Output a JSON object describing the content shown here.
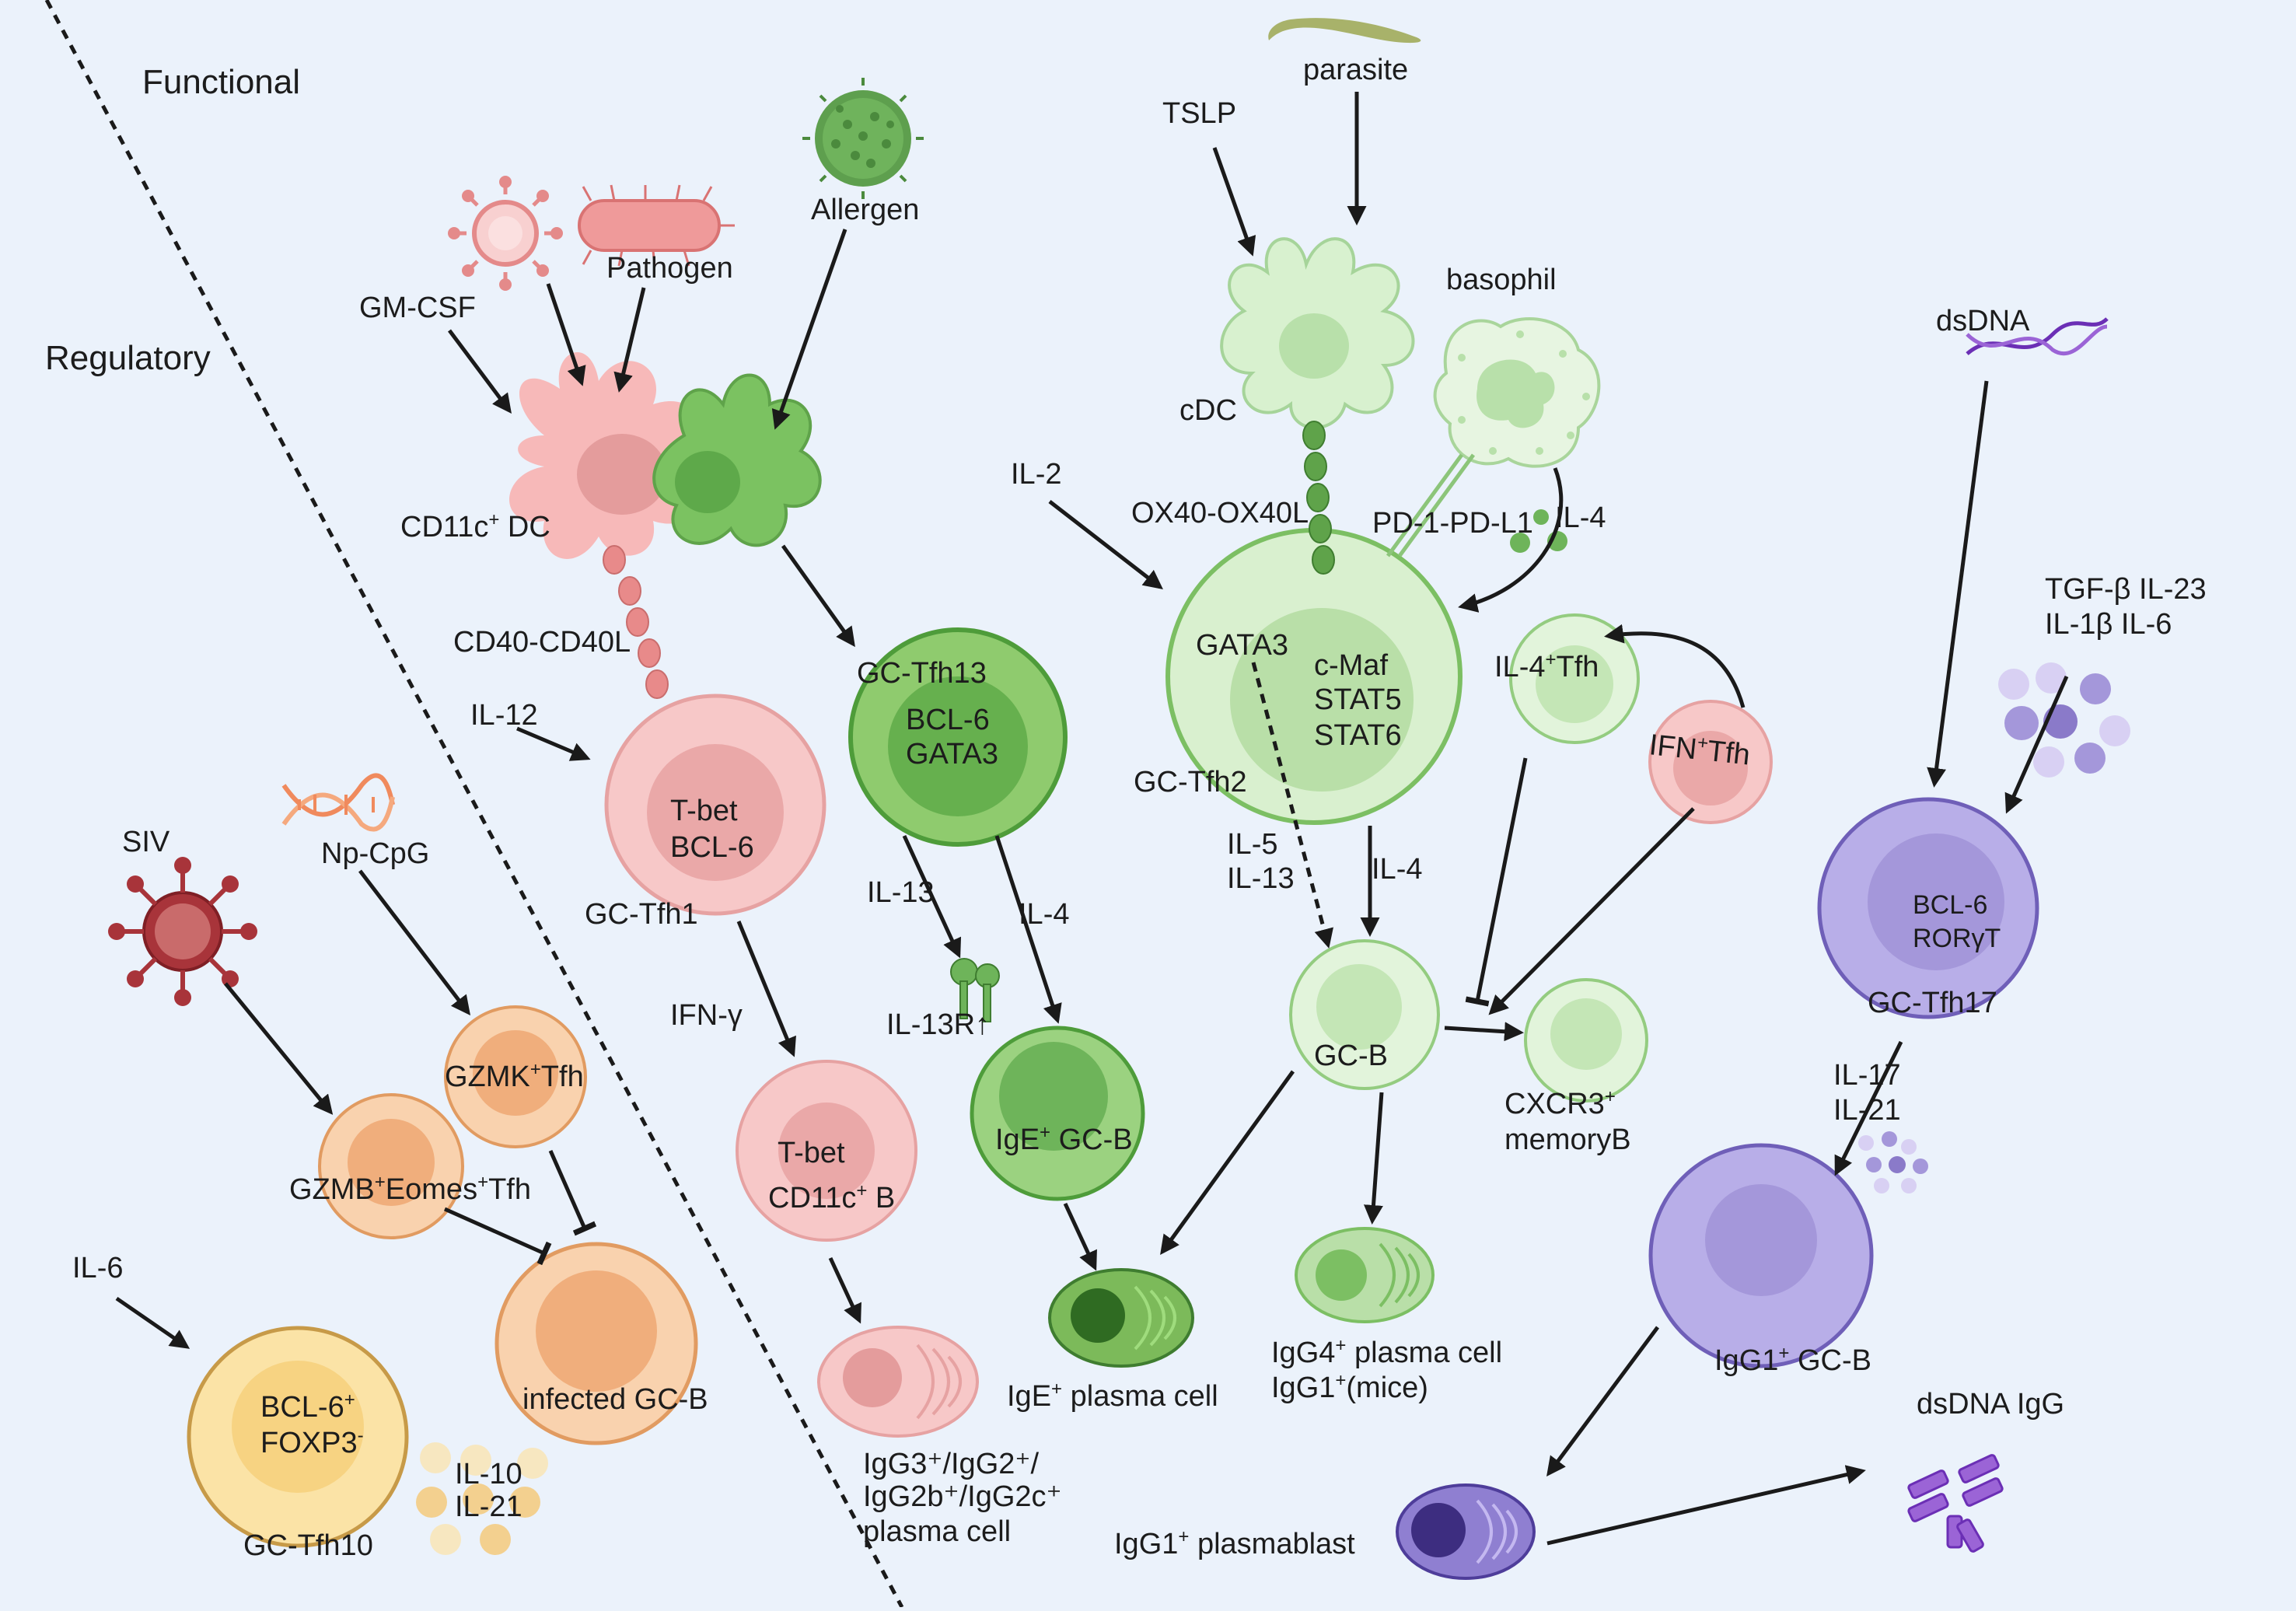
{
  "regions": {
    "functional": "Functional",
    "regulatory": "Regulatory"
  },
  "stimuli": {
    "gm_csf": "GM-CSF",
    "pathogen": "Pathogen",
    "allergen": "Allergen",
    "tslp": "TSLP",
    "parasite": "parasite",
    "basophil": "basophil",
    "dsdna": "dsDNA",
    "siv": "SIV",
    "np_cpg": "Np-CpG"
  },
  "cells": {
    "cd11c_dc": {
      "name": "CD11c",
      "sup": "+",
      "suffix": " DC"
    },
    "cdc": "cDC",
    "gc_tfh1": {
      "name": "GC-Tfh1",
      "line1": "T-bet",
      "line2": "BCL-6"
    },
    "gc_tfh13": {
      "name": "GC-Tfh13",
      "line1": "BCL-6",
      "line2": "GATA3"
    },
    "gc_tfh2": {
      "name": "GC-Tfh2",
      "left": "GATA3",
      "line1": "c-Maf",
      "line2": "STAT5",
      "line3": "STAT6"
    },
    "il4_tfh": {
      "pre": "IL-4",
      "sup": "+",
      "post": "Tfh"
    },
    "ifn_tfh": {
      "pre": "IFN",
      "sup": "+",
      "post": "Tfh"
    },
    "gc_tfh17": {
      "name": "GC-Tfh17",
      "line1": "BCL-6",
      "line2": "RORγT"
    },
    "gzmk_tfh": {
      "pre": "GZMK",
      "sup": "+",
      "post": "Tfh"
    },
    "gzmb_tfh": {
      "pre": "GZMB",
      "sup1": "+",
      "mid": "Eomes",
      "sup2": "+",
      "post": "Tfh"
    },
    "infected_gcb": "infected GC-B",
    "gc_tfh10": {
      "name": "GC-Tfh10",
      "line1": "BCL-6",
      "sup1": "+",
      "line2": "FOXP3",
      "sup2": "-"
    },
    "tbet_b": {
      "line1": "T-bet",
      "line2": "CD11c",
      "sup": "+",
      "post": " B"
    },
    "ige_gcb": {
      "pre": "IgE",
      "sup": "+",
      "post": " GC-B"
    },
    "gc_b": "GC-B",
    "cxcr3_b": {
      "line1": "CXCR3",
      "sup": "+",
      "line2": "memoryB"
    },
    "igg1_gcb": {
      "pre": "IgG1",
      "sup": "+",
      "post": " GC-B"
    }
  },
  "signals": {
    "cd40": "CD40-CD40L",
    "il12": "IL-12",
    "ifn_gamma": "IFN-γ",
    "il13": "IL-13",
    "il4_a": "IL-4",
    "il13r": "IL-13R↑",
    "il2": "IL-2",
    "ox40": "OX40-OX40L",
    "pd1": "PD-1-PD-L1",
    "il4_b": "IL-4",
    "il5": "IL-5",
    "il13_b": "IL-13",
    "il4_c": "IL-4",
    "tgfb": "TGF-β IL-23",
    "il1b": "IL-1β IL-6",
    "il17": "IL-17",
    "il21": "IL-21",
    "il6": "IL-6",
    "il10": "IL-10",
    "il21_b": "IL-21"
  },
  "outputs": {
    "ige_pc": {
      "pre": "IgE",
      "sup": "+",
      "post": " plasma cell"
    },
    "igg4_pc": {
      "pre": "IgG4",
      "sup": "+",
      "post": " plasma cell"
    },
    "igg1_mice": {
      "pre": "IgG1",
      "sup": "+",
      "post": "(mice)"
    },
    "igg3_pc": {
      "line1": "IgG3⁺/IgG2⁺/",
      "line2": "IgG2b⁺/IgG2c⁺",
      "line3": "plasma cell"
    },
    "igg1_pb": {
      "pre": "IgG1",
      "sup": "+",
      "post": " plasmablast"
    },
    "dsdna_igg": "dsDNA IgG"
  },
  "colors": {
    "background": "#ebf2fb",
    "dc_pink": "#f5b6b6",
    "tfh1_pink": "#f7c8c8",
    "green_dark": "#7cc35e",
    "green_light": "#d4efcc",
    "purple": "#b8aee8",
    "orange": "#f7c49a",
    "yellow": "#fbe3a6",
    "virus_red": "#a8343a",
    "dna_purple": "#7b3fbf"
  }
}
